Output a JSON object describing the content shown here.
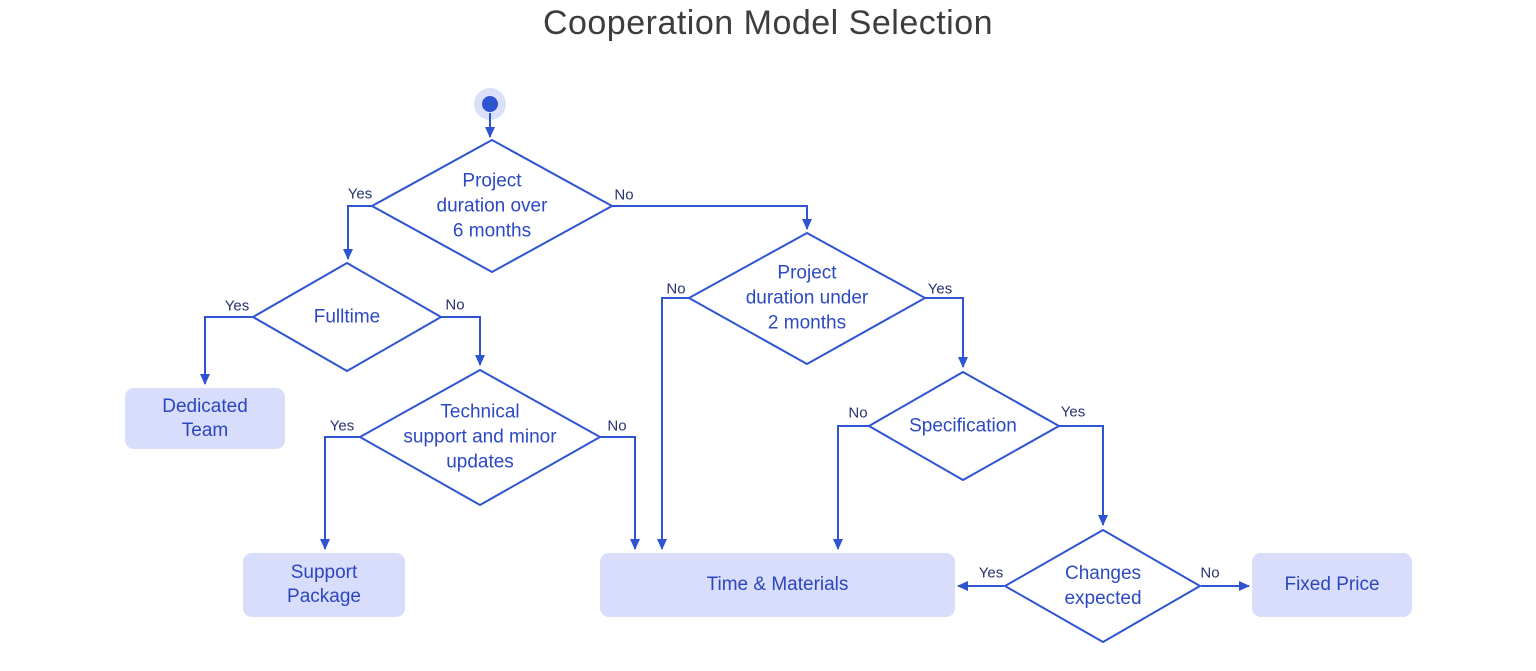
{
  "title": "Cooperation Model Selection",
  "theme": {
    "background": "#ffffff",
    "line_color": "#2f54d2",
    "node_fill": "#ffffff",
    "node_text_color": "#2c49c4",
    "box_fill": "#d8ddfb",
    "box_text_color": "#2c46bf",
    "edge_label_color": "#283170",
    "title_color": "#3d3d3d"
  },
  "flowchart": {
    "decisions": {
      "duration_over_6": {
        "label": "Project\nduration over\n6 months",
        "yes": "Yes",
        "no": "No"
      },
      "fulltime": {
        "label": "Fulltime",
        "yes": "Yes",
        "no": "No"
      },
      "tech_support": {
        "label": "Technical\nsupport and minor\nupdates",
        "yes": "Yes",
        "no": "No"
      },
      "duration_under_2": {
        "label": "Project\nduration under\n2 months",
        "yes": "Yes",
        "no": "No"
      },
      "specification": {
        "label": "Specification",
        "yes": "Yes",
        "no": "No"
      },
      "changes_expected": {
        "label": "Changes\nexpected",
        "yes": "Yes",
        "no": "No"
      }
    },
    "outcomes": {
      "dedicated_team": "Dedicated\nTeam",
      "support_package": "Support\nPackage",
      "time_materials": "Time & Materials",
      "fixed_price": "Fixed Price"
    }
  }
}
